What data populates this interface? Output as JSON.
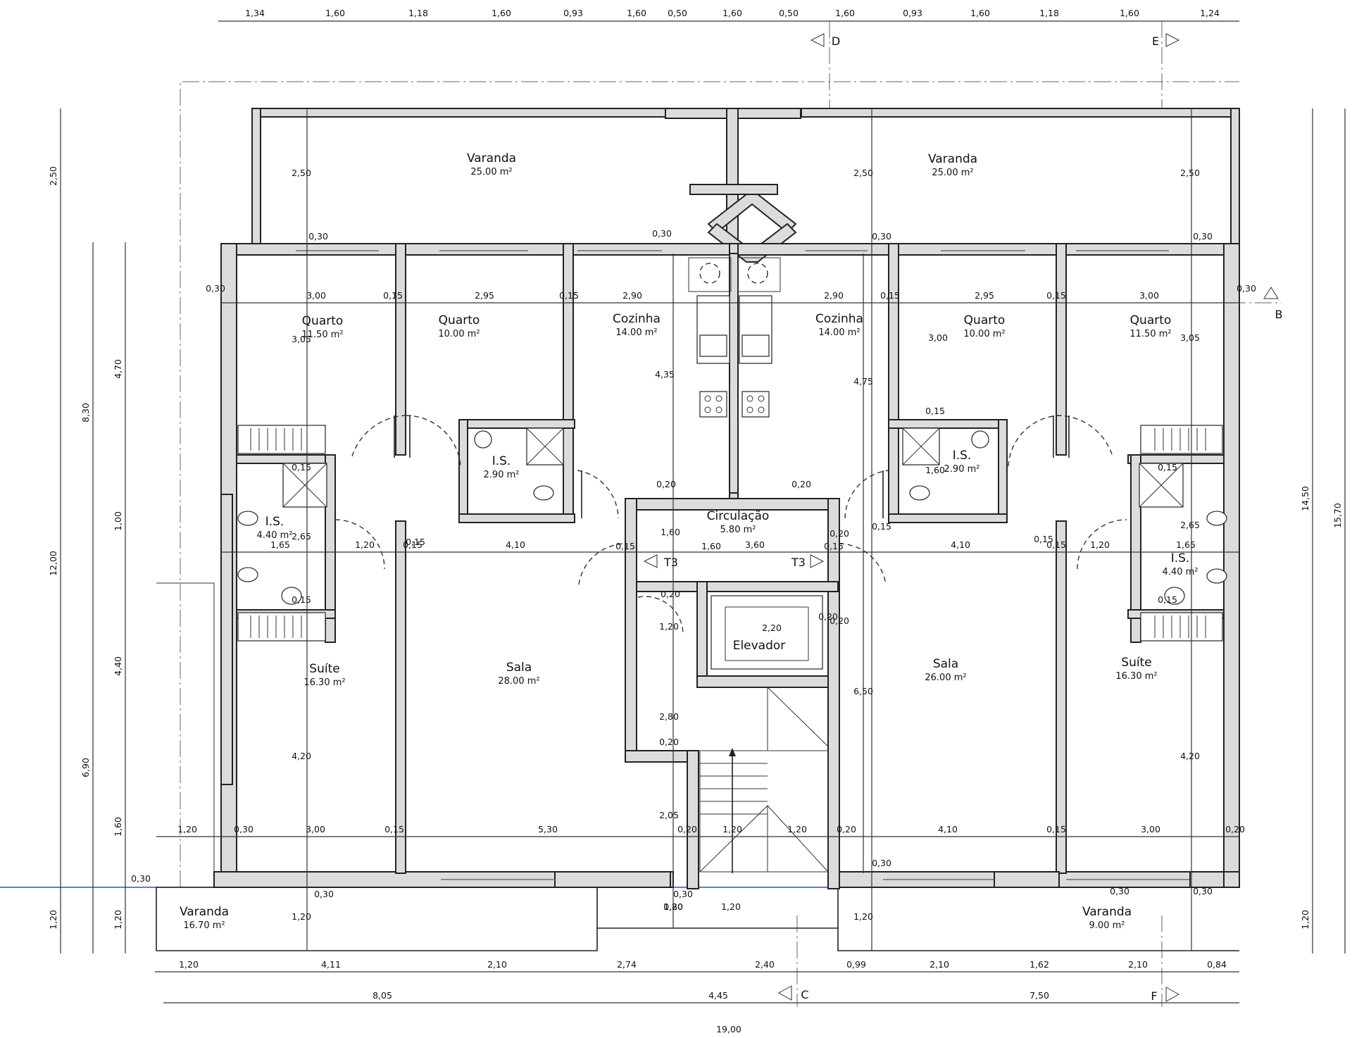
{
  "rooms": [
    {
      "name": "Varanda",
      "area": "25.00 m²"
    },
    {
      "name": "Varanda",
      "area": "25.00 m²"
    },
    {
      "name": "Quarto",
      "area": "11.50 m²"
    },
    {
      "name": "Quarto",
      "area": "10.00 m²"
    },
    {
      "name": "Cozinha",
      "area": "14.00 m²"
    },
    {
      "name": "Cozinha",
      "area": "14.00 m²"
    },
    {
      "name": "Quarto",
      "area": "10.00 m²"
    },
    {
      "name": "Quarto",
      "area": "11.50 m²"
    },
    {
      "name": "I.S.",
      "area": "2.90 m²"
    },
    {
      "name": "I.S.",
      "area": "2.90 m²"
    },
    {
      "name": "I.S.",
      "area": "4.40 m²"
    },
    {
      "name": "I.S.",
      "area": "4.40 m²"
    },
    {
      "name": "Circulação",
      "area": "5.80 m²"
    },
    {
      "name": "Elevador",
      "area": ""
    },
    {
      "name": "Suíte",
      "area": "16.30 m²"
    },
    {
      "name": "Sala",
      "area": "28.00 m²"
    },
    {
      "name": "Sala",
      "area": "26.00 m²"
    },
    {
      "name": "Suíte",
      "area": "16.30 m²"
    },
    {
      "name": "Varanda",
      "area": "16.70 m²"
    },
    {
      "name": "Varanda",
      "area": "9.00 m²"
    }
  ],
  "dims": {
    "top": [
      "1,34",
      "1,60",
      "1,18",
      "1,60",
      "0,93",
      "1,60",
      "0,50",
      "1,60",
      "0,50",
      "1,60",
      "0,93",
      "1,60",
      "1,18",
      "1,60",
      "1,24"
    ],
    "bottom1": [
      "1,20",
      "4,11",
      "2,10",
      "2,74",
      "2,40",
      "0,99",
      "2,10",
      "1,62",
      "2,10",
      "0,84"
    ],
    "bottom2": [
      "8,05",
      "4,45",
      "7,50"
    ],
    "overall": "19,00",
    "left_a": [
      "2,50",
      "12,00",
      "1,20"
    ],
    "left_b": [
      "8,30",
      "6,90"
    ],
    "left_c": [
      "4,70",
      "1,00",
      "4,40",
      "1,60",
      "1,20"
    ],
    "right": [
      "14,50",
      "15,70",
      "1,20"
    ],
    "row1": [
      "3,00",
      "0,15",
      "2,95",
      "0,15",
      "2,90",
      "2,90",
      "0,15",
      "2,95",
      "0,15",
      "3,00"
    ],
    "row2": [
      "1,65",
      "1,20",
      "0,15",
      "4,10",
      "3,60",
      "4,10",
      "0,15",
      "1,20",
      "1,65"
    ],
    "row3": [
      "1,20",
      "0,30",
      "3,00",
      "0,15",
      "5,30",
      "0,20",
      "1,20",
      "1,20",
      "0,20",
      "4,10",
      "0,15",
      "3,00",
      "0,20"
    ],
    "misc": [
      "0,30",
      "0,30",
      "0,30",
      "0,30",
      "0,30",
      "0,30",
      "0,30",
      "0,30",
      "0,30",
      "0,30",
      "0,30",
      "0,30",
      "0,20",
      "0,20",
      "0,20",
      "0,20",
      "0,20",
      "0,20",
      "0,20",
      "0,15",
      "0,15",
      "0,15",
      "0,15",
      "0,15",
      "0,15",
      "0,15",
      "0,15",
      "2,50",
      "2,50",
      "2,50",
      "1,20",
      "1,20",
      "1,20",
      "1,20",
      "3,05",
      "3,00",
      "3,05",
      "4,35",
      "4,75",
      "1,60",
      "1,60",
      "2,65",
      "2,65",
      "0,15",
      "0,15",
      "1,20",
      "2,20",
      "2,80",
      "2,05",
      "0,80",
      "4,20",
      "4,20",
      "6,50",
      "1,60"
    ]
  },
  "sections": [
    "D",
    "E",
    "B",
    "C",
    "F",
    "T3",
    "T3"
  ],
  "colors": {
    "wall": "#dcdcdc",
    "line": "#222222",
    "axis_blue": "#2b4fd8"
  }
}
